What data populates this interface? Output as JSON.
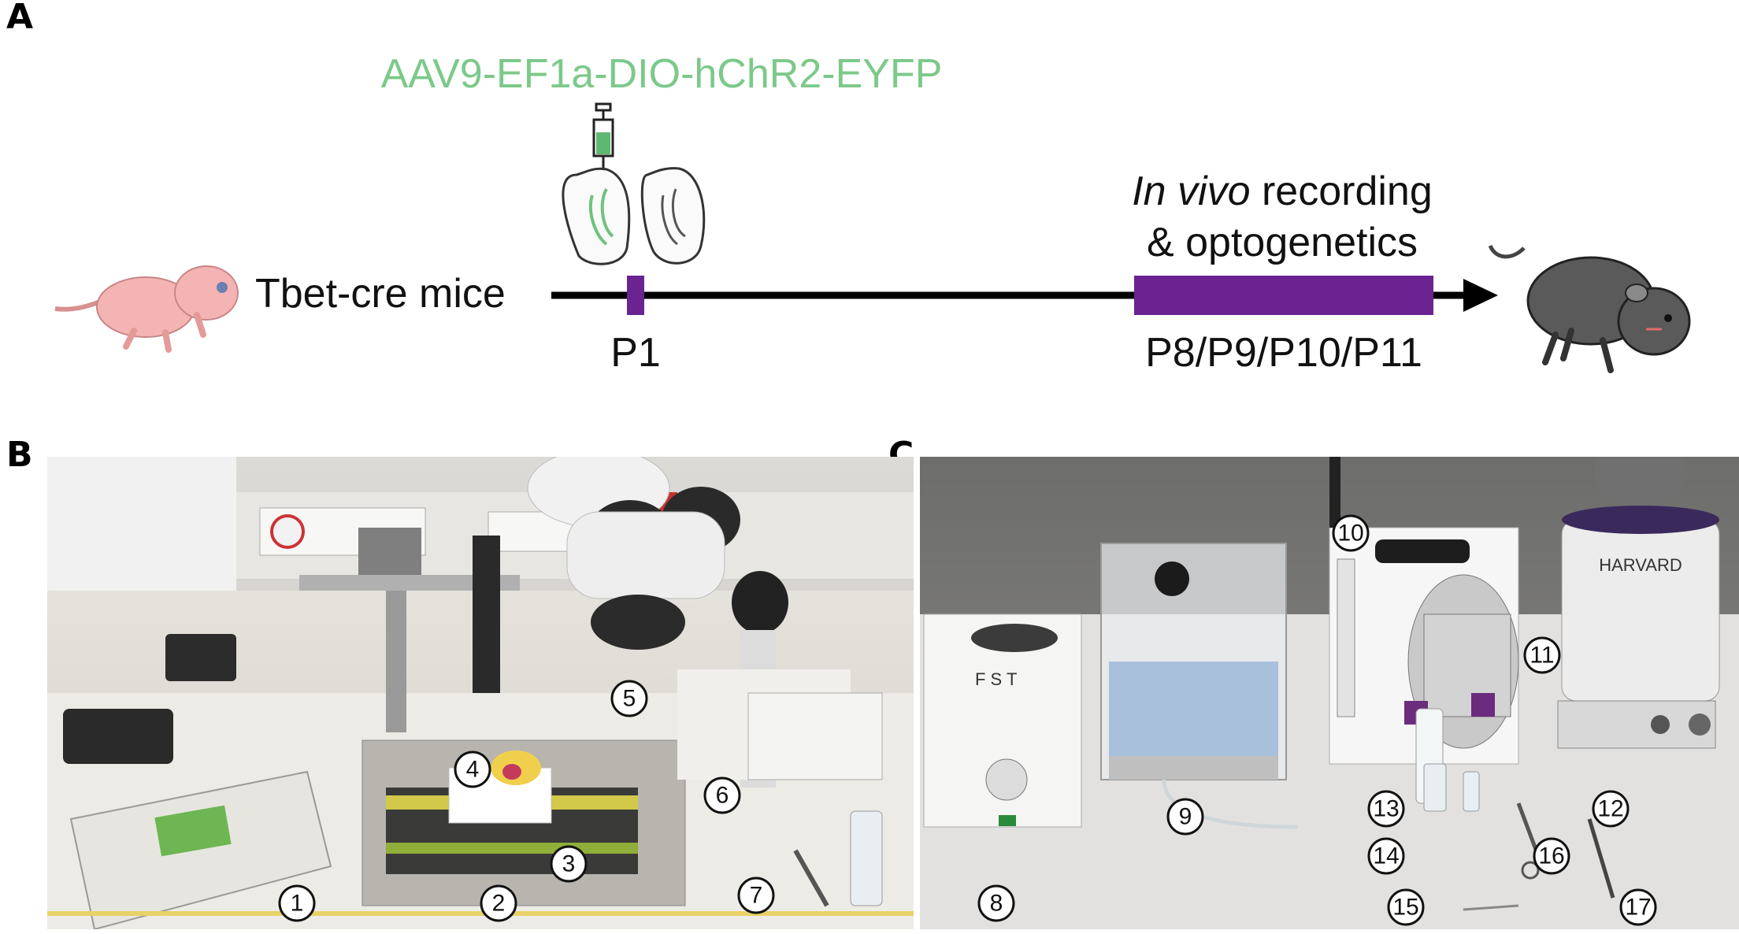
{
  "panels": {
    "a": {
      "letter": "A"
    },
    "b": {
      "letter": "B"
    },
    "c": {
      "letter": "C"
    }
  },
  "timeline": {
    "virus_label": "AAV9-EF1a-DIO-hChR2-EYFP",
    "mouse_label": "Tbet-cre mice",
    "injection_day": "P1",
    "recording_label_italic": "In vivo",
    "recording_label_rest": " recording",
    "recording_label_line2": "& optogenetics",
    "recording_days": "P8/P9/P10/P11"
  },
  "colors": {
    "virus_green": "#7cc98a",
    "timeline_purple": "#6a2391",
    "pup_pink": "#f4b4b4",
    "adult_gray": "#5a5a5a"
  },
  "photo_b_labels": [
    "1",
    "2",
    "3",
    "4",
    "5",
    "6",
    "7"
  ],
  "photo_c_labels": [
    "8",
    "9",
    "10",
    "11",
    "12",
    "13",
    "14",
    "15",
    "16",
    "17"
  ],
  "photo_c_texts": {
    "fst": "F S T",
    "harvard": "HARVARD"
  }
}
